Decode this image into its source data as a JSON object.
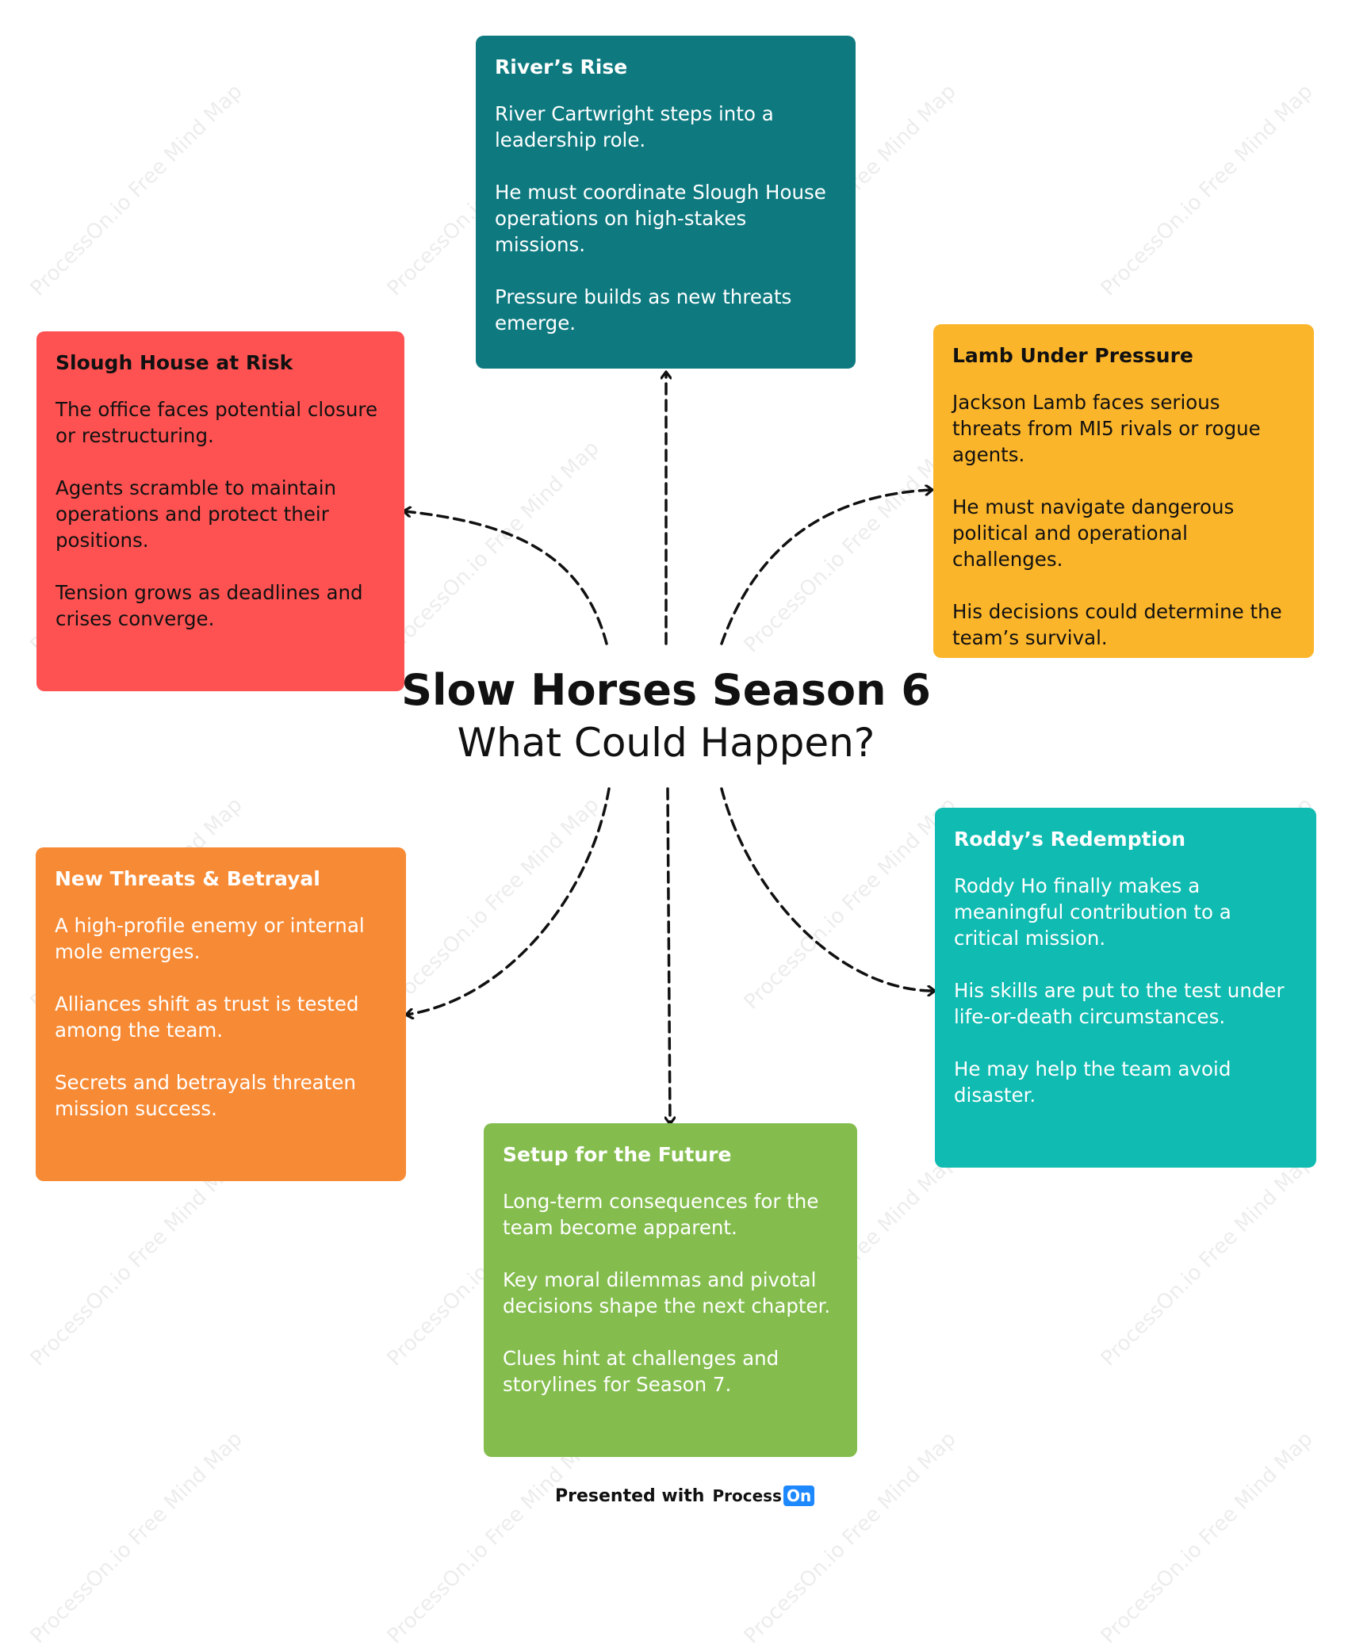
{
  "title": {
    "main": "Slow Horses Season 6",
    "sub": "What Could Happen?"
  },
  "watermark_text": "ProcessOn.io Free Mind Map",
  "colors": {
    "teal_dark": "#0e7a80",
    "red": "#fe5252",
    "amber": "#fbb52b",
    "orange": "#f78a35",
    "teal": "#10bbb1",
    "green": "#84bd4e"
  },
  "nodes": [
    {
      "id": "rivers-rise",
      "title": "River’s Rise",
      "points": [
        "River Cartwright steps into a leadership role.",
        "He must coordinate Slough House operations on high-stakes missions.",
        "Pressure builds as new threats emerge."
      ]
    },
    {
      "id": "slough-house-at-risk",
      "title": "Slough House at Risk",
      "points": [
        "The office faces potential closure or restructuring.",
        "Agents scramble to maintain operations and protect their positions.",
        "Tension grows as deadlines and crises converge."
      ]
    },
    {
      "id": "lamb-under-pressure",
      "title": "Lamb Under Pressure",
      "points": [
        "Jackson Lamb faces serious threats from MI5 rivals or rogue agents.",
        "He must navigate dangerous political and operational challenges.",
        "His decisions could determine the team’s survival."
      ]
    },
    {
      "id": "new-threats-betrayal",
      "title": "New Threats & Betrayal",
      "points": [
        "A high-profile enemy or internal mole emerges.",
        "Alliances shift as trust is tested among the team.",
        "Secrets and betrayals threaten mission success."
      ]
    },
    {
      "id": "roddys-redemption",
      "title": "Roddy’s Redemption",
      "points": [
        "Roddy Ho finally makes a meaningful contribution to a critical mission.",
        "His skills are put to the test under life-or-death circumstances.",
        "He may help the team avoid disaster."
      ]
    },
    {
      "id": "setup-for-the-future",
      "title": "Setup for the Future",
      "points": [
        "Long-term consequences for the team become apparent.",
        "Key moral dilemmas and pivotal decisions shape the next chapter.",
        "Clues hint at challenges and storylines for Season 7."
      ]
    }
  ],
  "footer": {
    "presented_with": "Presented with",
    "brand_process": "Process",
    "brand_on": "On"
  }
}
